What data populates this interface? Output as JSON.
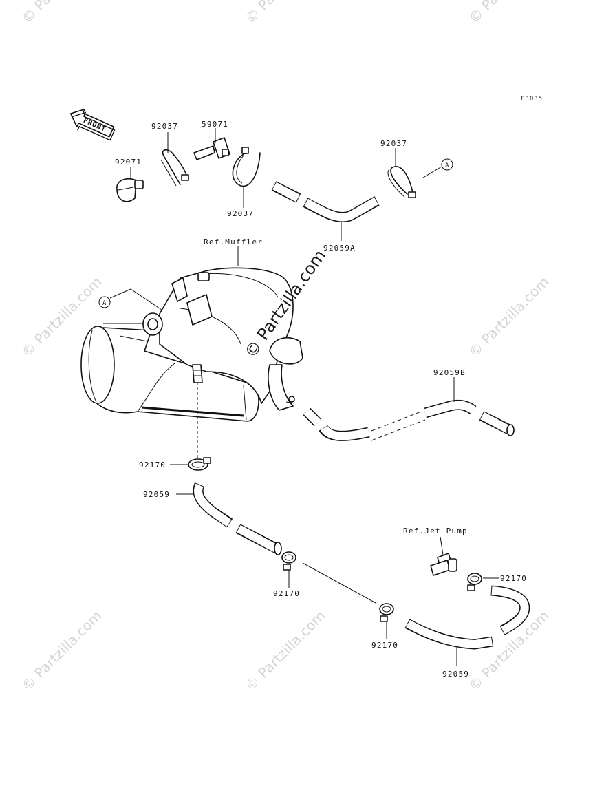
{
  "diagram_code": "E3035",
  "front_label": "FRONT",
  "watermark_text": "© Partzilla.com",
  "callouts": {
    "part_92071": "92071",
    "part_92037_left": "92037",
    "part_59071": "59071",
    "part_92037_mid": "92037",
    "part_92037_right": "92037",
    "ref_a_top": "A",
    "part_92059a": "92059A",
    "ref_muffler": "Ref.Muffler",
    "ref_a_muffler": "A",
    "part_92059b": "92059B",
    "part_92170_top": "92170",
    "part_92059_left": "92059",
    "ref_jet_pump": "Ref.Jet Pump",
    "part_92170_right": "92170",
    "part_92170_mid": "92170",
    "part_92170_low": "92170",
    "part_92059_low": "92059"
  },
  "colors": {
    "line": "#111111",
    "watermark": "#d4d4d4",
    "background": "#ffffff"
  }
}
